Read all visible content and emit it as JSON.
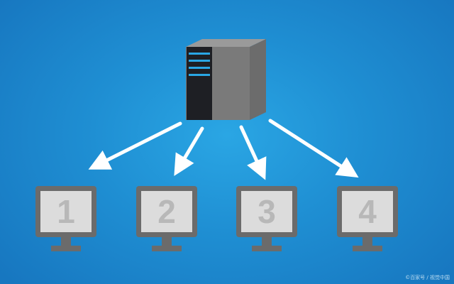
{
  "diagram": {
    "server": {
      "icon": "server-tower-icon",
      "led_color": "#2aa6e4"
    },
    "monitors": [
      {
        "label": "1"
      },
      {
        "label": "2"
      },
      {
        "label": "3"
      },
      {
        "label": "4"
      }
    ],
    "colors": {
      "background": "#1f8fd3",
      "arrow": "#ffffff",
      "monitor_frame": "#6b6b6b",
      "monitor_screen": "#dcdcdc",
      "number": "#b8b8b8"
    }
  },
  "watermark": "©百家号 / 视觉中国"
}
